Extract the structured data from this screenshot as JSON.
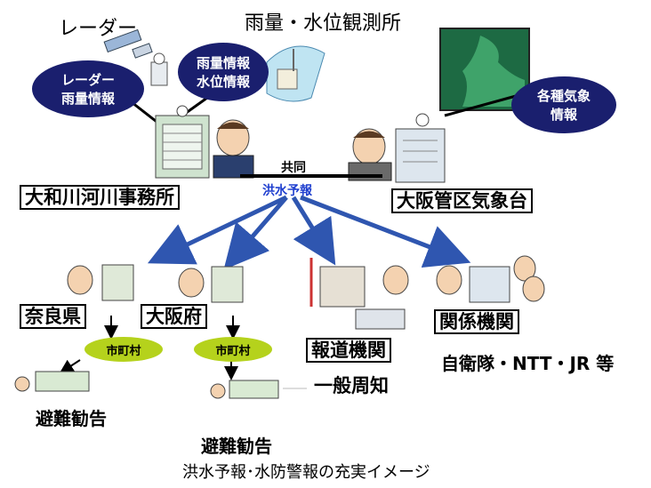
{
  "top": {
    "radar_label": "レーダー",
    "rain_station_label": "雨量・水位観測所"
  },
  "info_ovals": {
    "radar_rain": [
      "レーダー",
      "雨量情報"
    ],
    "rain_water": [
      "雨量情報",
      "水位情報"
    ],
    "weather": [
      "各種気象",
      "情報"
    ]
  },
  "center": {
    "joint": "共同",
    "flood_forecast": "洪水予報"
  },
  "offices": {
    "river_office": "大和川河川事務所",
    "met_office": "大阪管区気象台"
  },
  "recipients": {
    "nara": "奈良県",
    "osaka": "大阪府",
    "municipality": "市町村",
    "evacuation": "避難勧告",
    "media": "報道機関",
    "public_notice": "一般周知",
    "related": "関係機関",
    "related_examples": "自衛隊・NTT・JR 等"
  },
  "caption": "洪水予報･水防警報の充実イメージ",
  "colors": {
    "oval_navy": "#1a1f6e",
    "arrow_blue": "#2f56b0",
    "municipality_green": "#b5d21c",
    "forecast_text_blue": "#1f3fcf"
  }
}
